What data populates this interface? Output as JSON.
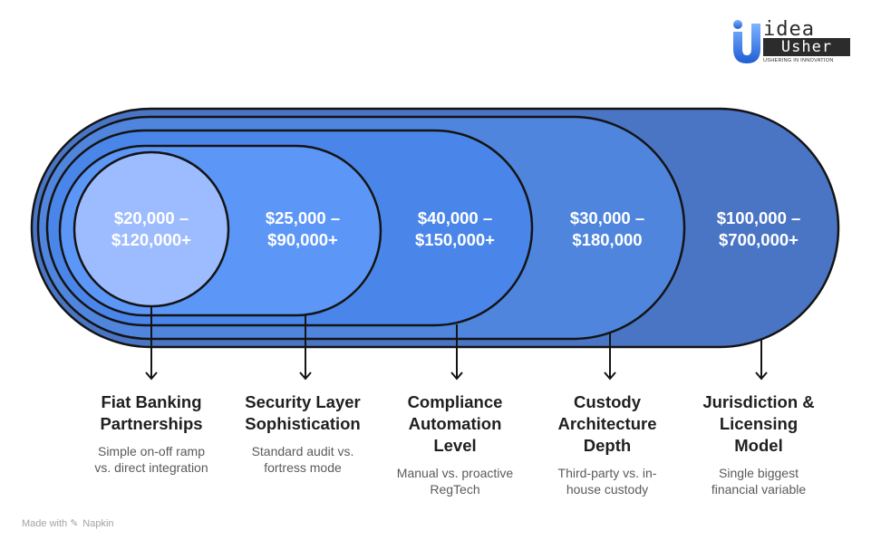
{
  "logo": {
    "line1": "idea",
    "line2": "Usher",
    "tagline": "USHERING IN INNOVATION",
    "colors": {
      "gradient_top": "#7fb3ff",
      "gradient_bottom": "#1e5ed4",
      "dark": "#2c2c2c"
    }
  },
  "layers": [
    {
      "cost_line1": "$20,000 –",
      "cost_line2": "$120,000+",
      "title": [
        "Fiat Banking",
        "Partnerships"
      ],
      "description": [
        "Simple on-off ramp",
        "vs. direct integration"
      ],
      "fill": "#9dbcff"
    },
    {
      "cost_line1": "$25,000 –",
      "cost_line2": "$90,000+",
      "title": [
        "Security Layer",
        "Sophistication"
      ],
      "description": [
        "Standard audit vs.",
        "fortress mode"
      ],
      "fill": "#5c97f7"
    },
    {
      "cost_line1": "$40,000 –",
      "cost_line2": "$150,000+",
      "title": [
        "Compliance",
        "Automation",
        "Level"
      ],
      "description": [
        "Manual vs. proactive",
        "RegTech"
      ],
      "fill": "#4a86ea"
    },
    {
      "cost_line1": "$30,000 –",
      "cost_line2": "$180,000",
      "title": [
        "Custody",
        "Architecture",
        "Depth"
      ],
      "description": [
        "Third-party vs. in-",
        "house custody"
      ],
      "fill": "#4f85dd"
    },
    {
      "cost_line1": "$100,000 –",
      "cost_line2": "$700,000+",
      "title": [
        "Jurisdiction &",
        "Licensing",
        "Model"
      ],
      "description": [
        "Single biggest",
        "financial variable"
      ],
      "fill": "#4a75c4"
    }
  ],
  "colors": {
    "outline": "#141414",
    "cost_text": "#ffffff",
    "title_text": "#1f1f1f",
    "description_text": "#5a5a5a"
  },
  "footer": {
    "made_with": "Made with",
    "brand": "Napkin"
  }
}
